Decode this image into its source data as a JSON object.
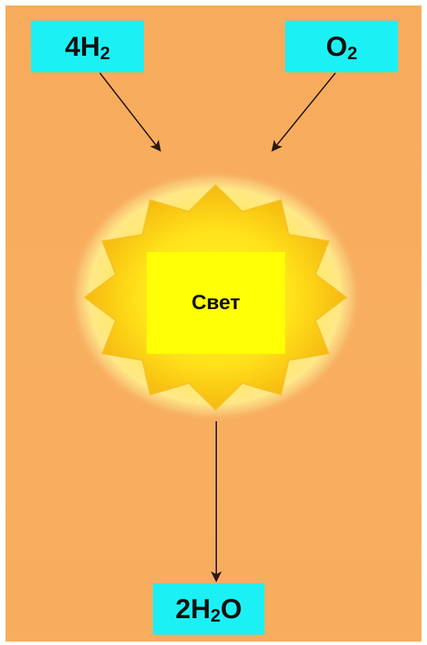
{
  "reactants": {
    "hydrogen": {
      "coef": "4",
      "symbol": "H",
      "subscript": "2",
      "suffix": ""
    },
    "oxygen": {
      "coef": "",
      "symbol": "O",
      "subscript": "2",
      "suffix": ""
    }
  },
  "product": {
    "coef": "2",
    "symbol": "H",
    "subscript": "2",
    "suffix": "O"
  },
  "light": {
    "label": "Свет"
  },
  "colors": {
    "background": "#f8ae5f",
    "formula_box": "#1bf1f4",
    "light_box": "#ffff05",
    "arrow": "#2a1a10"
  }
}
